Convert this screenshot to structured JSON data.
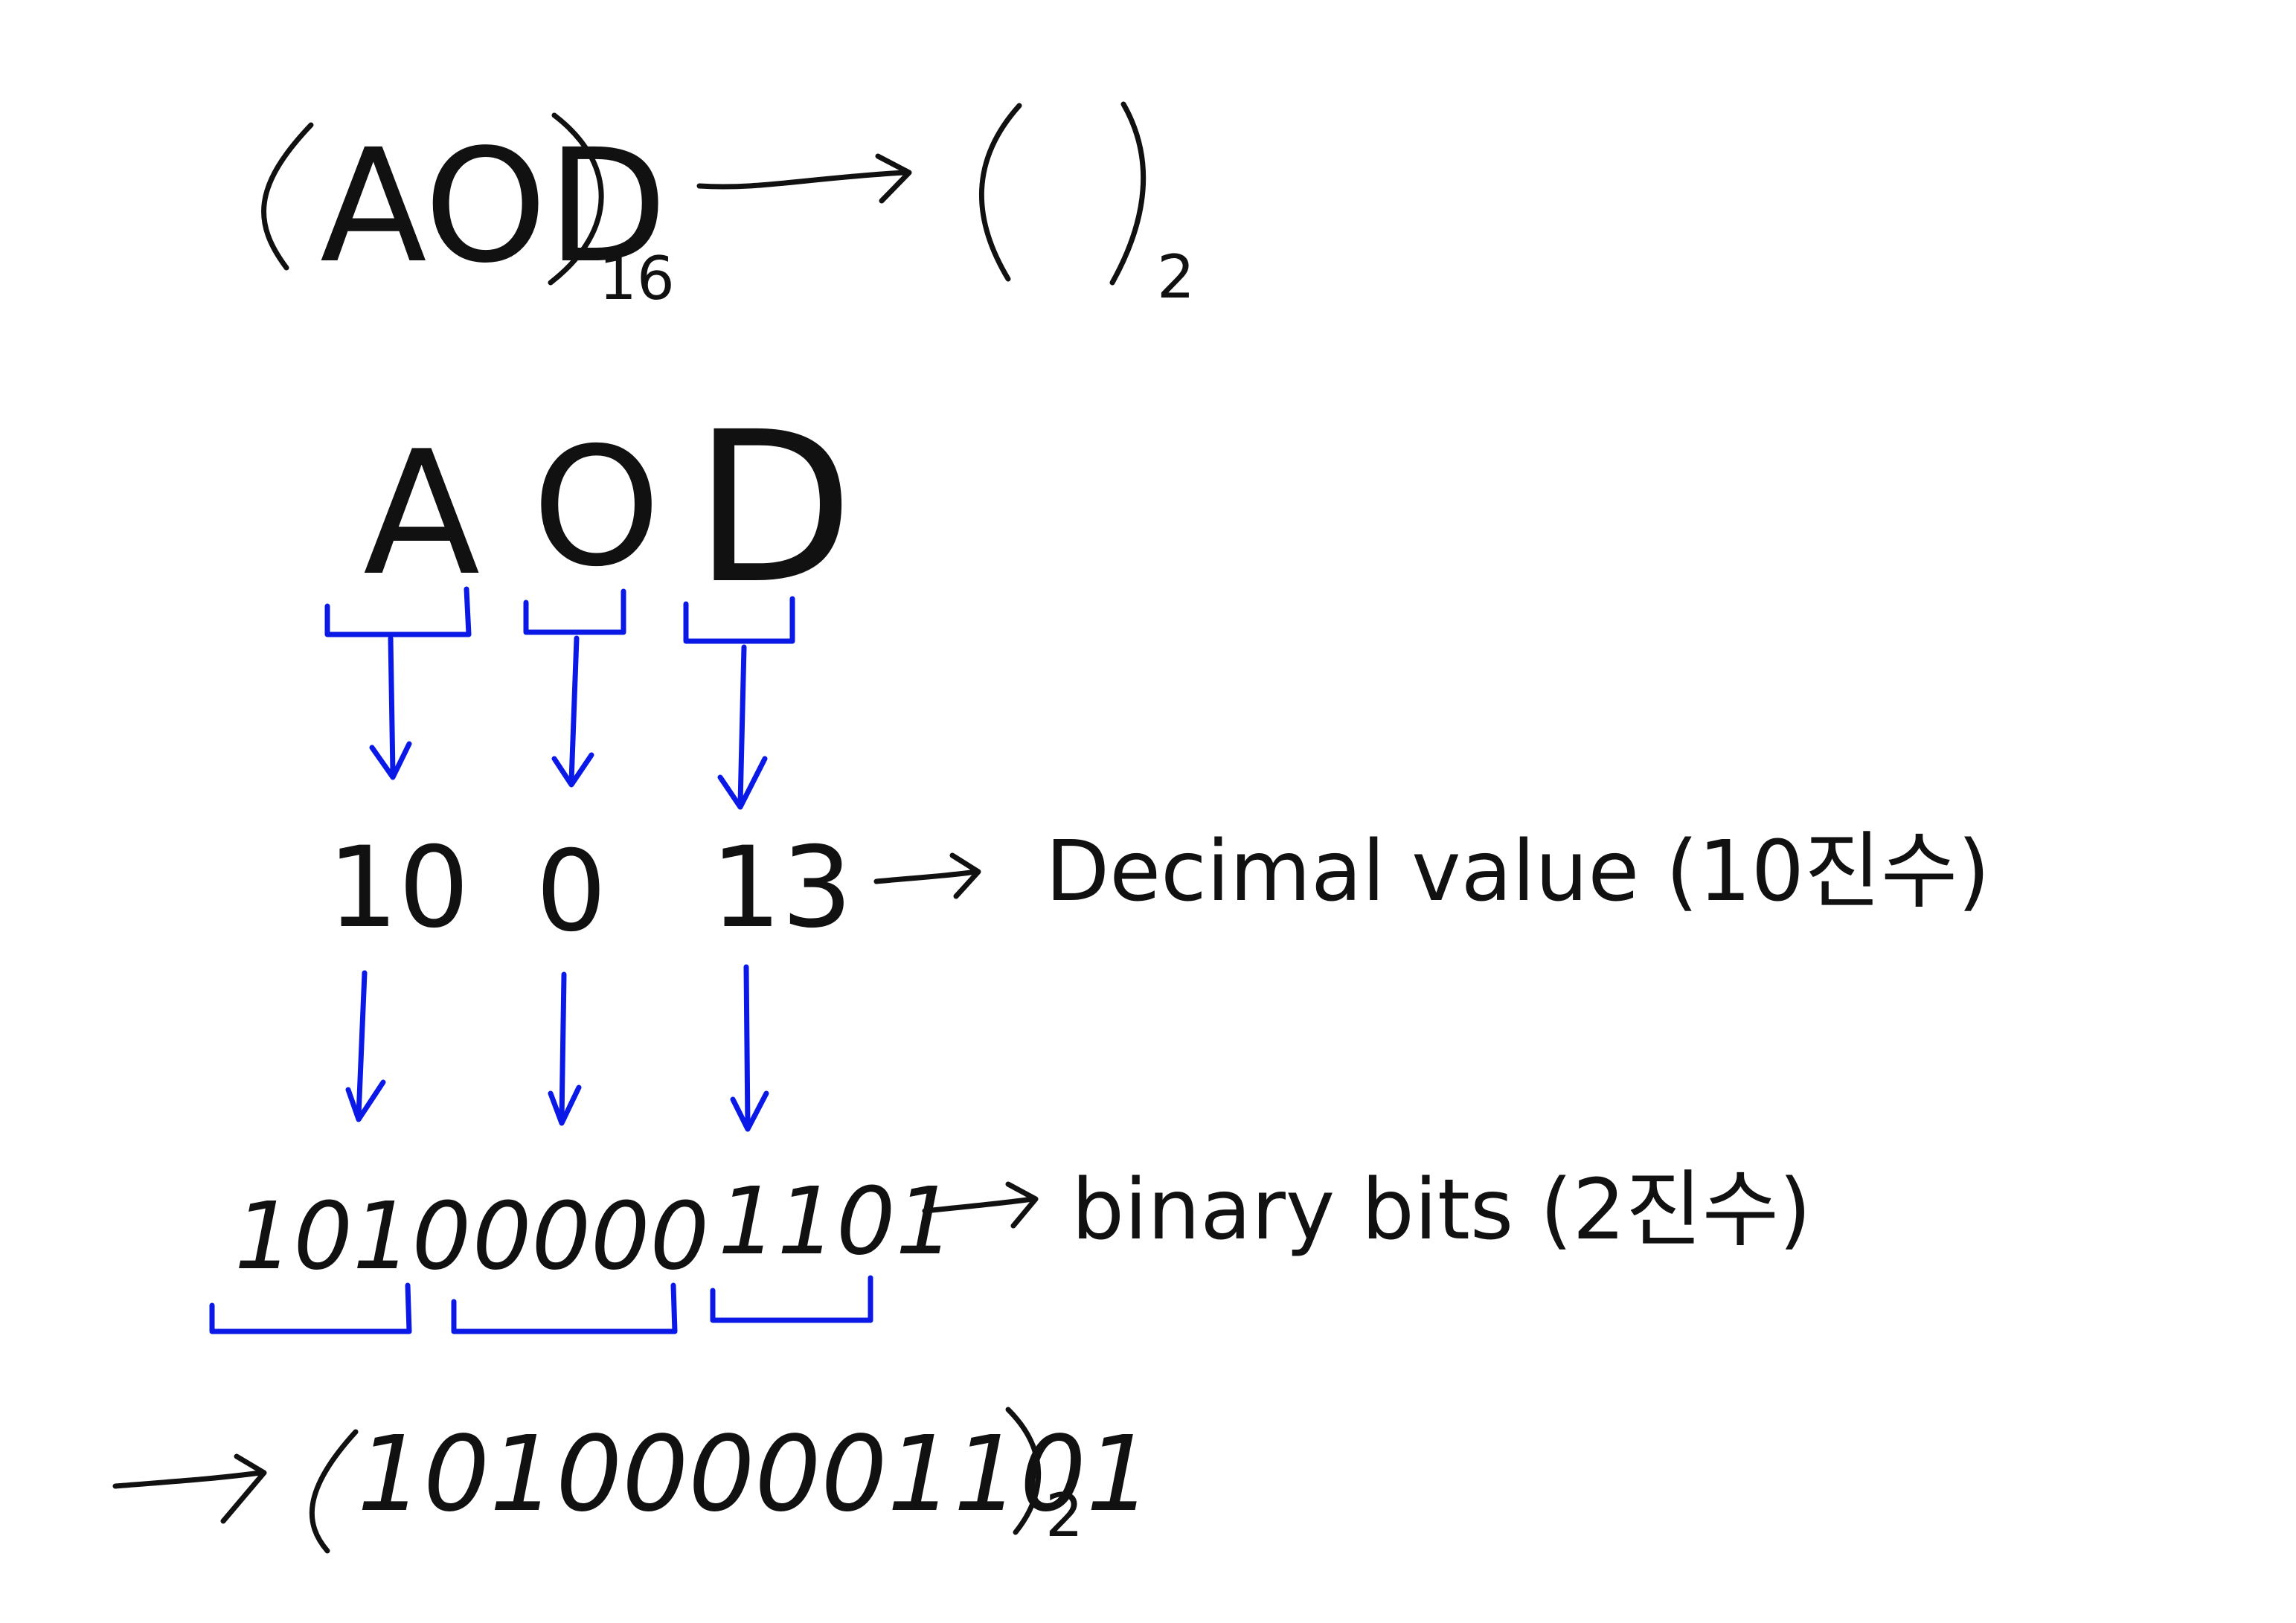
{
  "problem": {
    "source_number": "AOD",
    "source_base": "16",
    "target_base": "2"
  },
  "digits": [
    "A",
    "O",
    "D"
  ],
  "decimal_values": [
    "10",
    "0",
    "13"
  ],
  "decimal_caption": "Decimal value (10진수)",
  "binary_groups": [
    "1010",
    "0000",
    "1101"
  ],
  "binary_caption": "binary bits (2진수)",
  "result": {
    "value": "101000001101",
    "base": "2"
  },
  "colors": {
    "ink": "#111111",
    "bracket_arrow": "#0a19e6"
  }
}
